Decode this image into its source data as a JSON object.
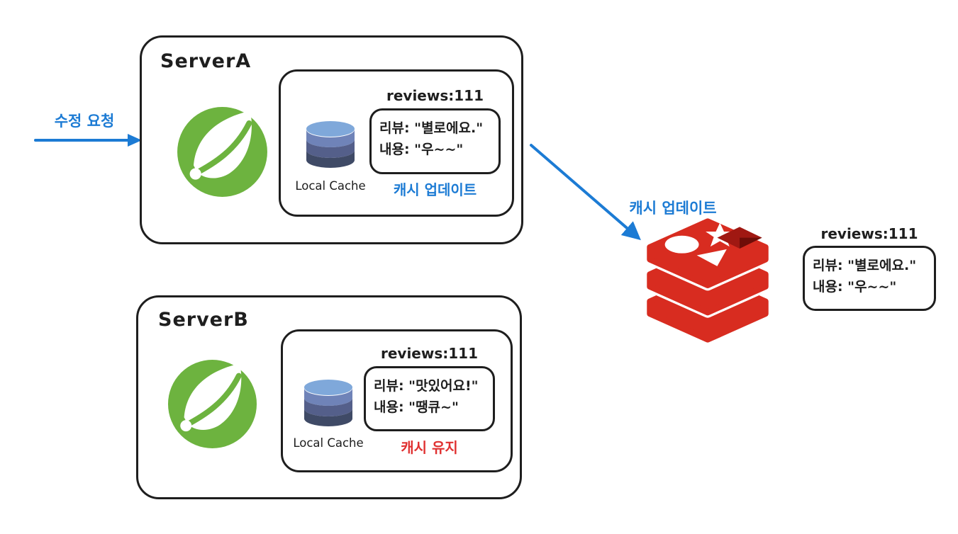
{
  "diagram": {
    "request_arrow_label": "수정 요청",
    "update_arrow_label": "캐시 업데이트"
  },
  "server_a": {
    "title": "ServerA",
    "cache_label": "Local Cache",
    "cache_key": "reviews:111",
    "fields": [
      "리뷰: \"별로에요.\"",
      "내용: \"우~~\""
    ],
    "status": "캐시 업데이트"
  },
  "server_b": {
    "title": "ServerB",
    "cache_label": "Local Cache",
    "cache_key": "reviews:111",
    "fields": [
      "리뷰: \"맛있어요!\"",
      "내용: \"땡큐~\""
    ],
    "status": "캐시 유지"
  },
  "redis": {
    "cache_key": "reviews:111",
    "fields": [
      "리뷰: \"별로에요.\"",
      "내용: \"우~~\""
    ]
  },
  "colors": {
    "accent_blue": "#1c7bd4",
    "status_red": "#e03131",
    "stroke": "#1e1e1e",
    "spring_green": "#6DB33F",
    "redis_red": "#D82C20"
  }
}
